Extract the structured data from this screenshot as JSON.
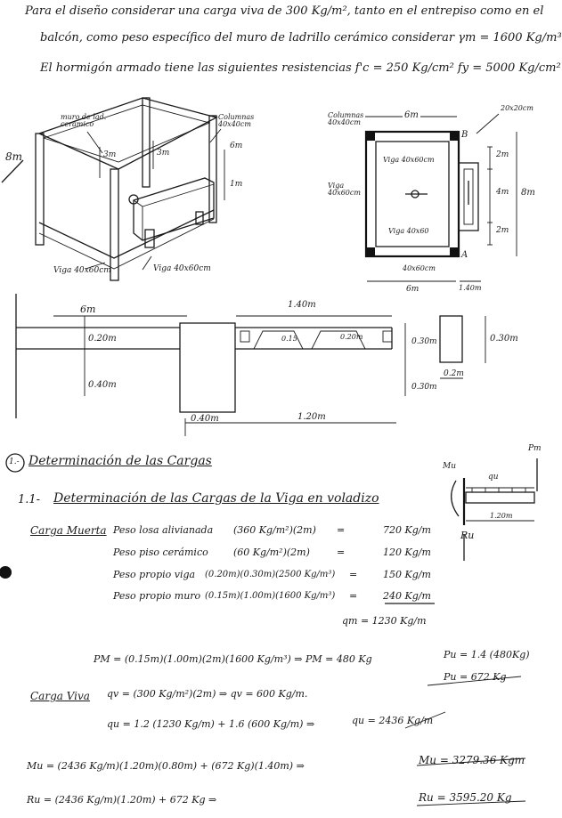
{
  "intro": {
    "line1": "Para el diseño considerar una carga viva de 300 Kg/m², tanto en el entrepiso como en el",
    "line2": "balcón, como peso específico del muro de ladrillo cerámico considerar γm = 1600 Kg/m³",
    "line3": "El hormigón armado tiene las siguientes resistencias f'c = 250 Kg/cm²   fy = 5000 Kg/cm²"
  },
  "iso_drawing": {
    "muro": "muro de lad. cerámico",
    "columnas": "Columnas 40x40cm",
    "dim_8m": "8m",
    "dim_3m_a": "3m",
    "dim_3m_b": "3m",
    "dim_6m": "6m",
    "dim_1m": "1m",
    "viga_a": "Viga 40x60cm",
    "viga_b": "Viga 40x60cm"
  },
  "plan_drawing": {
    "columnas": "Columnas 40x40cm",
    "dim_6m_top": "6m",
    "col_size": "20x20cm",
    "label_b": "B",
    "label_a": "A",
    "viga_top": "Viga 40x60cm",
    "viga_left": "Viga 40x60cm",
    "viga_bottom": "Viga 40x60",
    "dim_2m_a": "2m",
    "dim_4m": "4m",
    "dim_8m": "8m",
    "dim_2m_b": "2m",
    "viga_bottom2": "40x60cm",
    "dim_6m_bottom": "6m",
    "dim_140": "1.40m"
  },
  "section_drawing": {
    "dim_6m": "6m",
    "dim_140": "1.40m",
    "dim_020": "0.20m",
    "dim_040": "0.40m",
    "dim_015": "0.15",
    "dim_020b": "0.20m",
    "dim_030a": "0.30m",
    "dim_030b": "0.30m",
    "dim_030c": "0.30m",
    "dim_02": "0.2m",
    "dim_040w": "0.40m",
    "dim_120": "1.20m"
  },
  "section1": {
    "number": "1.-",
    "title": "Determinación de las Cargas",
    "sub_number": "1.1-",
    "sub_title": "Determinación de las Cargas de la Viga en voladizo"
  },
  "beam_diagram": {
    "mu": "Mu",
    "qu": "qu",
    "pm": "Pm",
    "ru": "Ru",
    "length": "1.20m"
  },
  "dead_load": {
    "label": "Carga Muerta",
    "rows": [
      {
        "desc": "Peso losa alivianada",
        "calc": "(360 Kg/m²)(2m)",
        "eq": "=",
        "val": "720 Kg/m"
      },
      {
        "desc": "Peso piso cerámico",
        "calc": "(60 Kg/m²)(2m)",
        "eq": "=",
        "val": "120 Kg/m"
      },
      {
        "desc": "Peso propio viga",
        "calc": "(0.20m)(0.30m)(2500 Kg/m³)",
        "eq": "=",
        "val": "150 Kg/m"
      },
      {
        "desc": "Peso propio muro",
        "calc": "(0.15m)(1.00m)(1600 Kg/m³)",
        "eq": "=",
        "val": "240 Kg/m"
      }
    ],
    "total": "qm = 1230 Kg/m"
  },
  "pm_line": {
    "calc": "PM = (0.15m)(1.00m)(2m)(1600 Kg/m³)  ⇒  PM = 480 Kg",
    "pu1": "Pu = 1.4 (480Kg)",
    "pu2": "Pu = 672 Kg"
  },
  "live_load": {
    "label": "Carga Viva",
    "calc": "qv = (300 Kg/m²)(2m)  ⇒  qv = 600 Kg/m."
  },
  "qu_line": {
    "calc": "qu = 1.2 (1230 Kg/m) + 1.6 (600 Kg/m)  ⇒",
    "result": "qu = 2436 Kg/m"
  },
  "mu_line": {
    "calc": "Mu = (2436 Kg/m)(1.20m)(0.80m) + (672 Kg)(1.40m)  ⇒",
    "result": "Mu = 3279.36 Kgm"
  },
  "ru_line": {
    "calc": "Ru = (2436 Kg/m)(1.20m) + 672 Kg  ⇒",
    "result": "Ru = 3595.20 Kg"
  }
}
